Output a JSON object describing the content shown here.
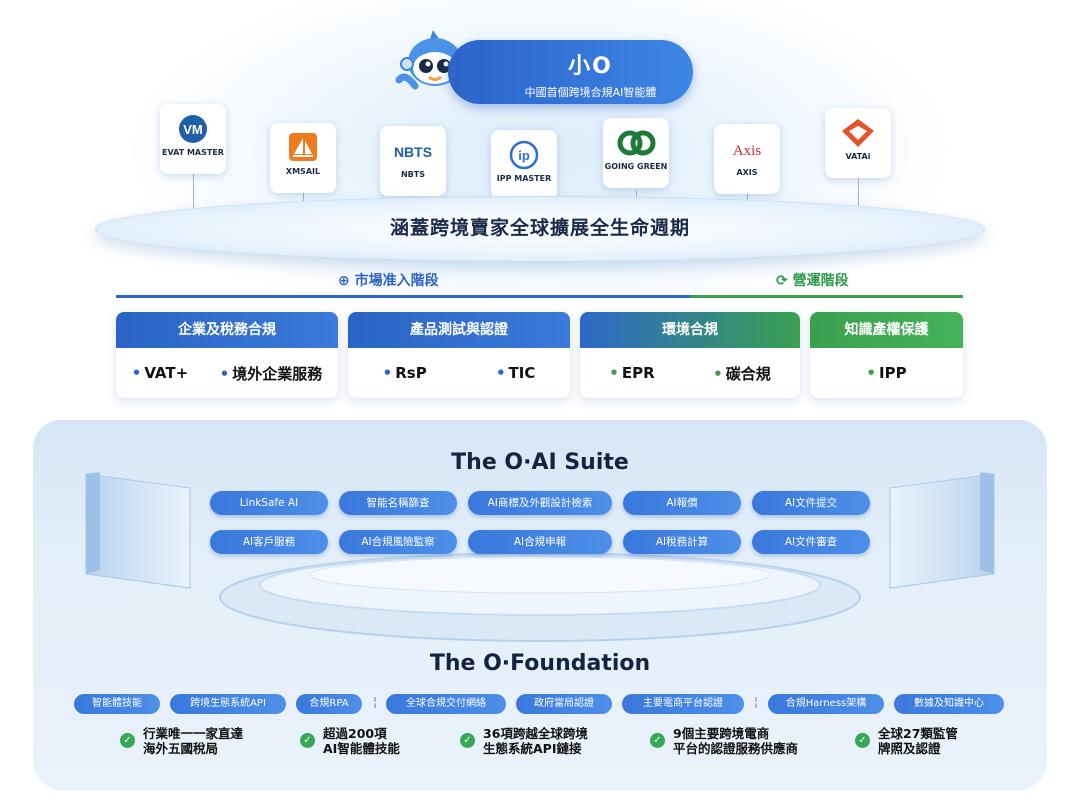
{
  "header": {
    "title": "小O",
    "subtitle": "中國首個跨境合規AI智能體"
  },
  "brands": [
    {
      "name": "EVAT MASTER",
      "icon": "vm-logo-icon",
      "color": "#1f5fa8"
    },
    {
      "name": "XMSAIL",
      "icon": "sail-logo-icon",
      "color": "#f07a1e"
    },
    {
      "name": "NBTS",
      "icon": "nbts-logo-icon",
      "color": "#1f5fa8"
    },
    {
      "name": "IPP MASTER",
      "icon": "ip-logo-icon",
      "color": "#2c6fd6"
    },
    {
      "name": "GOING GREEN",
      "icon": "gg-logo-icon",
      "color": "#1f7a3a"
    },
    {
      "name": "AXIS",
      "icon": "axis-logo-icon",
      "color": "#d0262d"
    },
    {
      "name": "VATAi",
      "icon": "vatai-logo-icon",
      "color": "#e0542a"
    }
  ],
  "lifecycle": "涵蓋跨境賣家全球擴展全生命週期",
  "stages": {
    "market_entry": "市場准入階段",
    "operation": "營運階段"
  },
  "categories": [
    {
      "title": "企業及稅務合規",
      "items": [
        "VAT+",
        "境外企業服務"
      ],
      "color": "#2d68c8"
    },
    {
      "title": "產品測試與認證",
      "items": [
        "RsP",
        "TIC"
      ],
      "color": "#2d68c8"
    },
    {
      "title": "環境合規",
      "items": [
        "EPR",
        "碳合規"
      ],
      "color": "#2d68c8"
    },
    {
      "title": "知識產權保護",
      "items": [
        "IPP"
      ],
      "color": "#3aa050"
    }
  ],
  "suite": {
    "title": "The O·AI Suite",
    "row1": [
      "LinkSafe AI",
      "智能名稱篩查",
      "AI商標及外觀設計檢索",
      "AI報價",
      "AI文件提交"
    ],
    "row2": [
      "AI客戶服務",
      "AI合規風險監察",
      "AI合規申報",
      "AI稅務計算",
      "AI文件審查"
    ]
  },
  "foundation": {
    "title": "The O·Foundation",
    "pills": [
      "智能體技能",
      "跨境生態系統API",
      "合規RPA",
      "全球合規交付網絡",
      "政府當局認證",
      "主要電商平台認證",
      "合規Harness架構",
      "數據及知識中心"
    ],
    "separator": "¦",
    "features": [
      {
        "l1": "行業唯一一家直達",
        "l2": "海外五國稅局"
      },
      {
        "l1": "超過200項",
        "l2": "AI智能體技能"
      },
      {
        "l1": "36項跨越全球跨境",
        "l2": "生態系統API鏈接"
      },
      {
        "l1": "9個主要跨境電商",
        "l2": "平台的認證服務供應商"
      },
      {
        "l1": "全球27類監管",
        "l2": "牌照及認證"
      }
    ]
  }
}
